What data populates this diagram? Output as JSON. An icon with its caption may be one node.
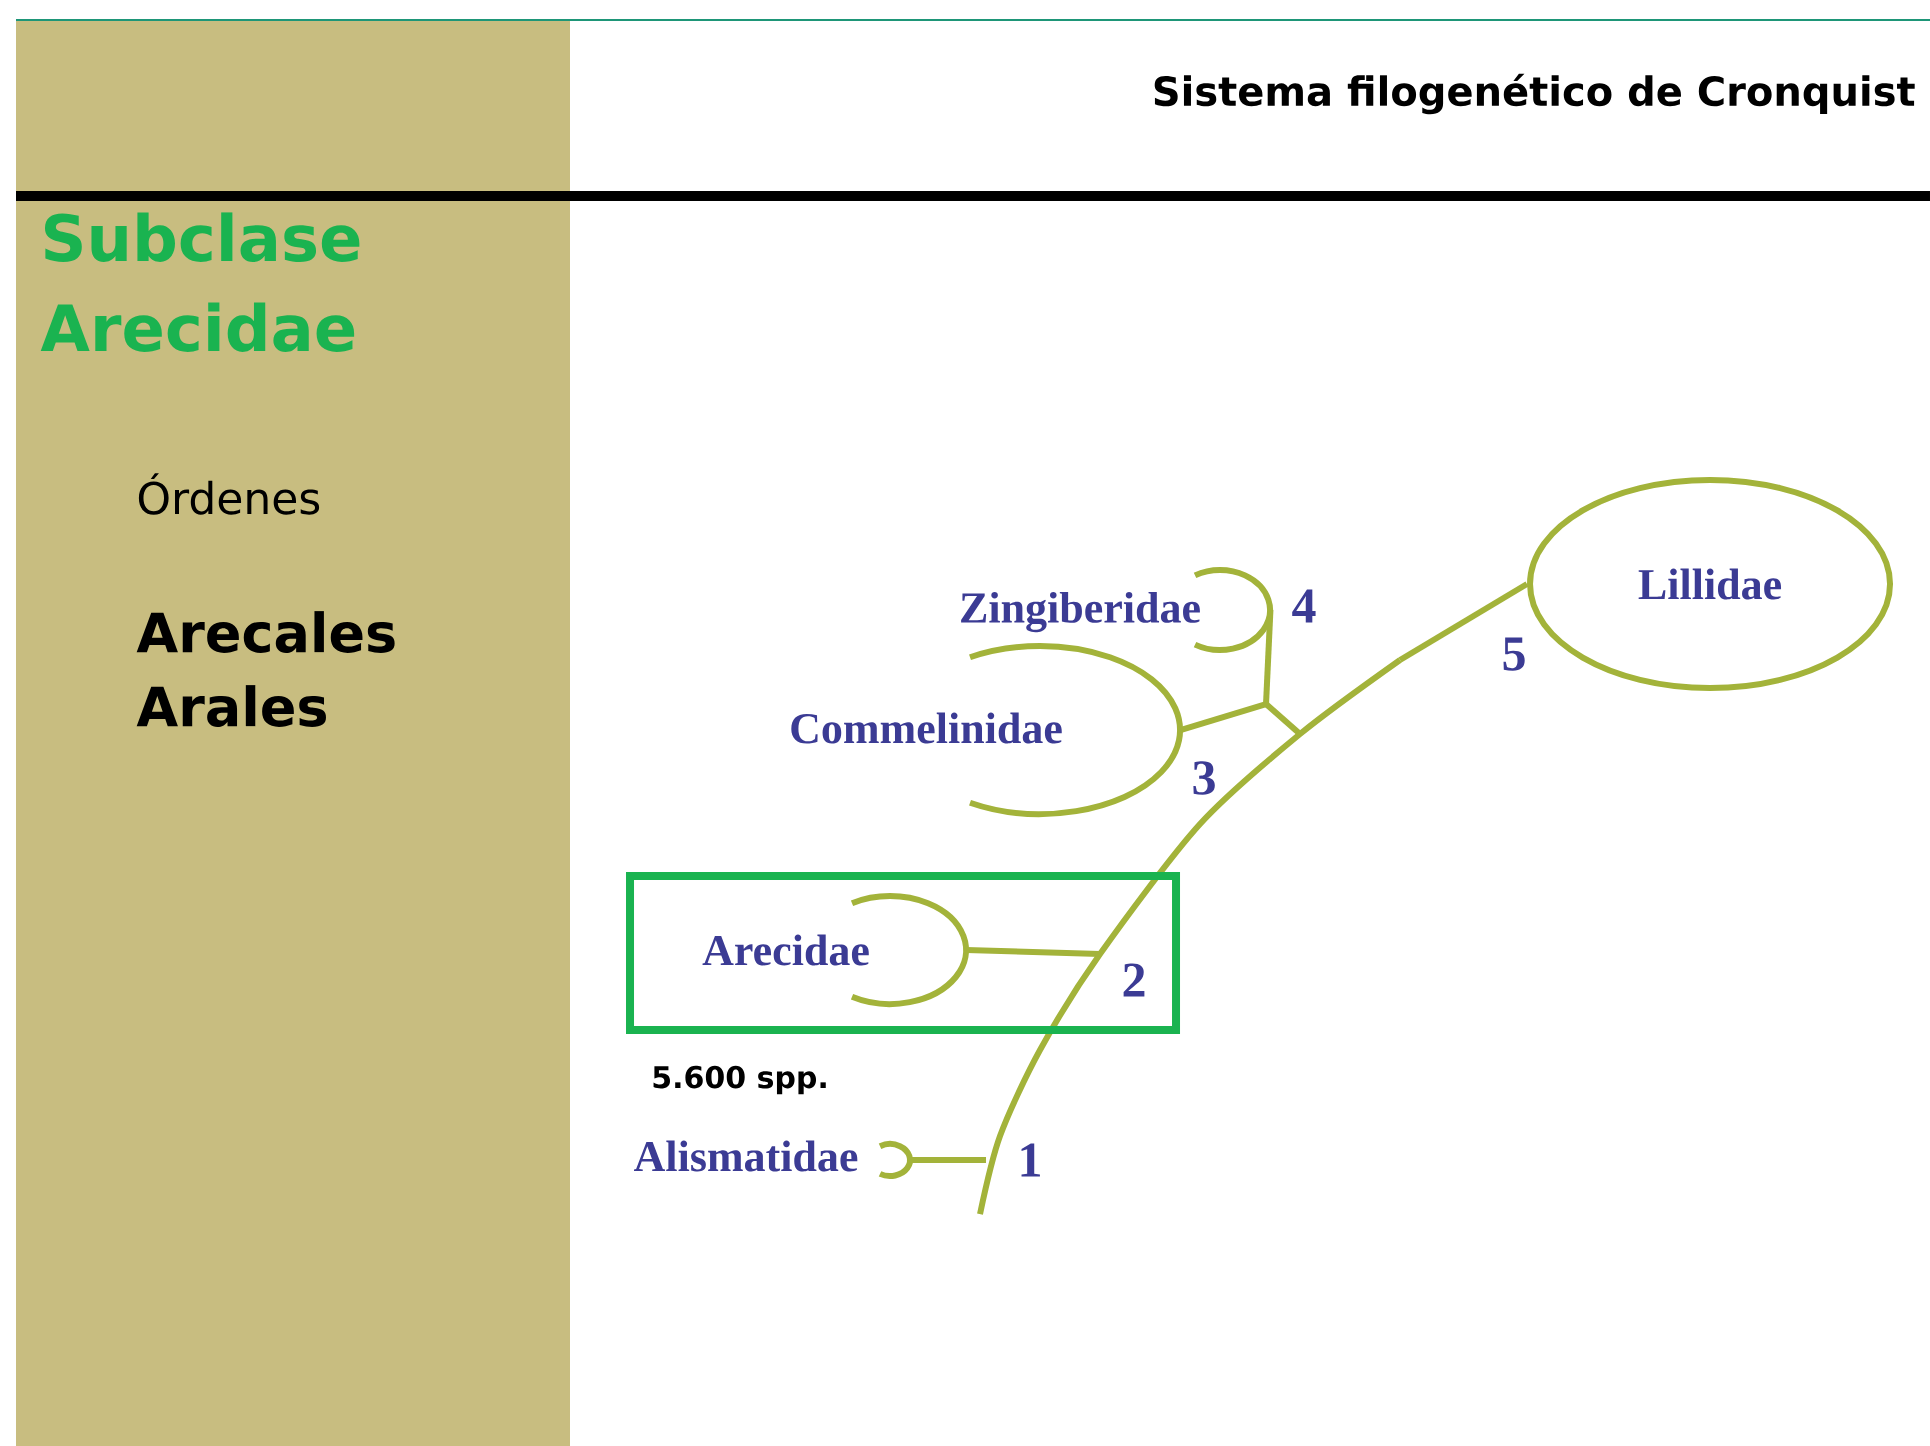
{
  "diagram": {
    "title": "Sistema filogenético de Cronquist",
    "nodes": [
      {
        "text": [
          "Lillidae"
        ]
      },
      {
        "text": [
          "Zingiberidae"
        ]
      },
      {
        "text": [
          "Commelinidae"
        ]
      },
      {
        "text": [],
        "shape": "box"
      },
      {
        "text": [
          "Arecidae"
        ],
        "in": 3
      },
      {
        "text": [
          "Alismatidae"
        ]
      }
    ],
    "edges": [
      {
        "from": null,
        "to": 5,
        "arrow": "none"
      },
      {
        "from": null,
        "to": 4,
        "arrow": "none"
      },
      {
        "from": null,
        "to": 2,
        "arrow": "none"
      },
      {
        "from": null,
        "to": 1,
        "arrow": "none"
      },
      {
        "from": null,
        "to": 0,
        "arrow": "none"
      }
    ],
    "labels": [
      "Subclase Arecidae",
      "Órdenes",
      "Arecales",
      "Arales",
      "4",
      "5",
      "3",
      "2",
      "5.600 spp.",
      "1"
    ]
  }
}
